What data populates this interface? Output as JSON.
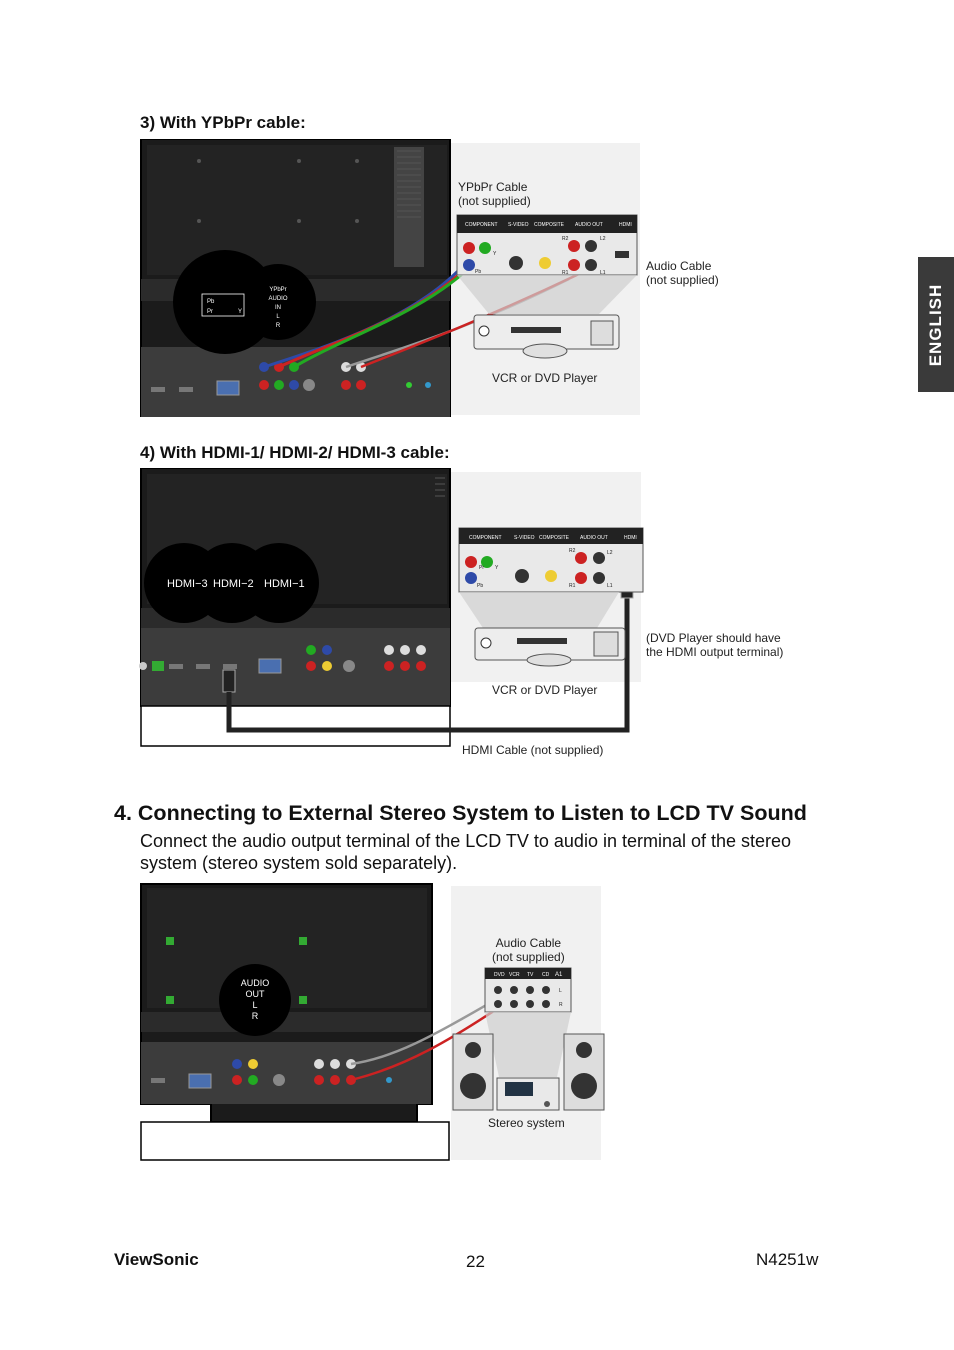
{
  "side_tab": {
    "label": "ENGLISH"
  },
  "fig3": {
    "heading": "3) With YPbPr cable:",
    "cable_caption": [
      "YPbPr Cable",
      "(not supplied)"
    ],
    "audio_caption": [
      "Audio Cable",
      "(not supplied)"
    ],
    "device_caption": "VCR or DVD Player",
    "port_label_left": [
      "Pb",
      "Pr",
      "Y"
    ],
    "port_label_right": [
      "YPbPr",
      "AUDIO",
      "IN",
      "L",
      "R"
    ],
    "panel_labels": [
      "COMPONENT",
      "S-VIDEO",
      "COMPOSITE",
      "AUDIO OUT",
      "HDMI"
    ],
    "jack_labels": [
      "R2",
      "L2",
      "R1",
      "L1",
      "Pb",
      "Y"
    ]
  },
  "fig4": {
    "heading": "4) With HDMI-1/ HDMI-2/ HDMI-3 cable:",
    "hdmi_labels": [
      "HDMI−3",
      "HDMI−2",
      "HDMI−1"
    ],
    "device_caption": "VCR or DVD Player",
    "note_caption": [
      "(DVD Player should have",
      "the HDMI output terminal)"
    ],
    "cable_caption": "HDMI Cable (not supplied)",
    "panel_labels": [
      "COMPONENT",
      "S-VIDEO",
      "COMPOSITE",
      "AUDIO OUT",
      "HDMI"
    ],
    "jack_labels": [
      "R2",
      "L2",
      "R1",
      "L1",
      "Pb",
      "Pr",
      "Y"
    ]
  },
  "section4": {
    "title": "4. Connecting to External Stereo System to Listen to LCD TV Sound",
    "body": "Connect the audio output terminal of the LCD TV to audio in terminal of the stereo system (stereo system sold separately)."
  },
  "fig5": {
    "audio_caption": [
      "Audio Cable",
      "(not supplied)"
    ],
    "port_label": [
      "AUDIO",
      "OUT",
      "L",
      "R"
    ],
    "stereo_caption": "Stereo system",
    "panel_labels": [
      "DVD",
      "VCR",
      "TV",
      "CD",
      "A1",
      "L",
      "R"
    ]
  },
  "footer": {
    "brand": "ViewSonic",
    "page": "22",
    "model": "N4251w"
  }
}
